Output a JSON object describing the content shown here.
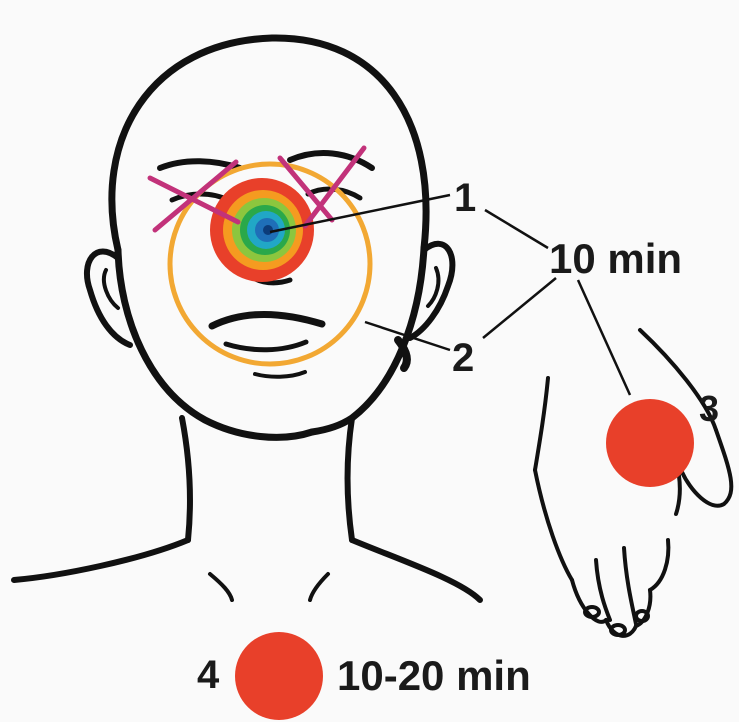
{
  "labels": {
    "marker_1": "1",
    "marker_2": "2",
    "marker_3": "3",
    "marker_4": "4"
  },
  "durations": {
    "points_1_2_3": "10 min",
    "point_4": "10-20 min"
  },
  "colors": {
    "line_art": "#111111",
    "red_point": "#e8402a",
    "orange_ring": "#f2a833",
    "cross_marks": "#c2327a",
    "target_rings": [
      "#e8402a",
      "#f59b20",
      "#8cc63e",
      "#2aa84a",
      "#21a7c6",
      "#1f6fb8"
    ]
  },
  "icons": {
    "face_outline": "face-illustration",
    "hand_outline": "hand-illustration"
  }
}
